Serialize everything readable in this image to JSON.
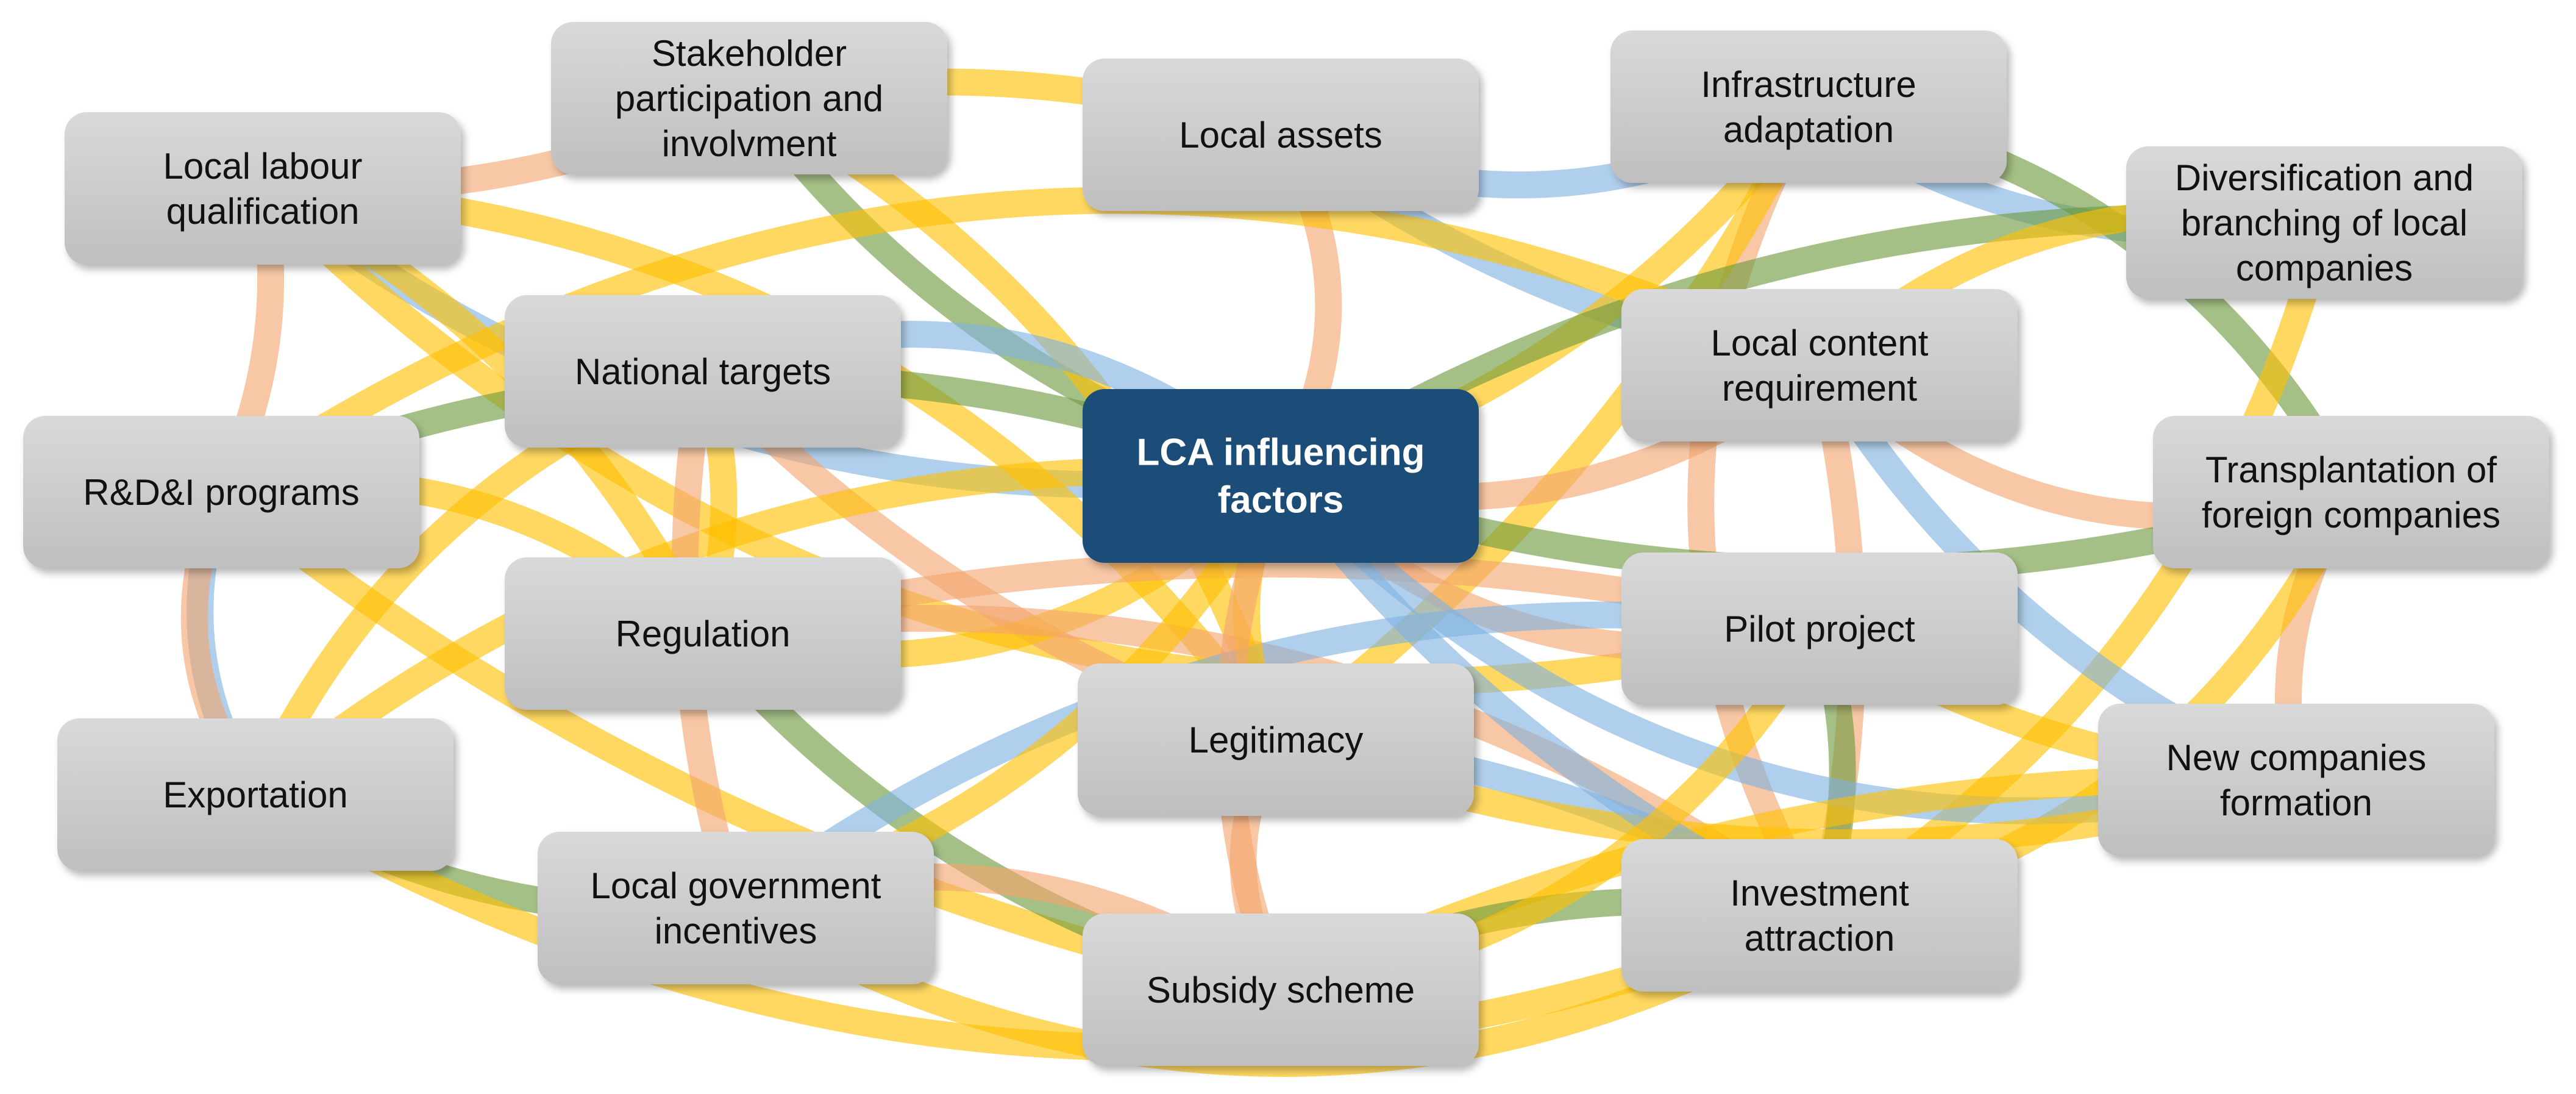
{
  "diagram": {
    "center": {
      "id": "center",
      "lines": [
        "LCA influencing",
        "factors"
      ]
    },
    "nodes": [
      {
        "id": "local-labour",
        "lines": [
          "Local labour",
          "qualification"
        ]
      },
      {
        "id": "stakeholder",
        "lines": [
          "Stakeholder",
          "participation and",
          "involvment"
        ]
      },
      {
        "id": "local-assets",
        "lines": [
          "Local assets"
        ]
      },
      {
        "id": "infrastructure",
        "lines": [
          "Infrastructure",
          "adaptation"
        ]
      },
      {
        "id": "diversification",
        "lines": [
          "Diversification and",
          "branching of local",
          "companies"
        ]
      },
      {
        "id": "national-targets",
        "lines": [
          "National targets"
        ]
      },
      {
        "id": "local-content",
        "lines": [
          "Local content",
          "requirement"
        ]
      },
      {
        "id": "rdi",
        "lines": [
          "R&D&I programs"
        ]
      },
      {
        "id": "transplantation",
        "lines": [
          "Transplantation of",
          "foreign companies"
        ]
      },
      {
        "id": "regulation",
        "lines": [
          "Regulation"
        ]
      },
      {
        "id": "pilot",
        "lines": [
          "Pilot project"
        ]
      },
      {
        "id": "legitimacy",
        "lines": [
          "Legitimacy"
        ]
      },
      {
        "id": "exportation",
        "lines": [
          "Exportation"
        ]
      },
      {
        "id": "new-companies",
        "lines": [
          "New companies",
          "formation"
        ]
      },
      {
        "id": "local-gov",
        "lines": [
          "Local government",
          "incentives"
        ]
      },
      {
        "id": "investment",
        "lines": [
          "Investment",
          "attraction"
        ]
      },
      {
        "id": "subsidy",
        "lines": [
          "Subsidy scheme"
        ]
      }
    ],
    "colors": {
      "node_fill": "#c9c9c9",
      "center_fill": "#1f4e79",
      "link_yellow": "#ffc000",
      "link_orange": "#f4a46e",
      "link_blue": "#7fb2e0",
      "link_green": "#6e9a3e"
    },
    "links": [
      {
        "from": "local-labour",
        "to": "stakeholder",
        "color": "orange"
      },
      {
        "from": "local-labour",
        "to": "rdi",
        "color": "orange"
      },
      {
        "from": "local-labour",
        "to": "center",
        "color": "blue"
      },
      {
        "from": "local-labour",
        "to": "legitimacy",
        "color": "yellow"
      },
      {
        "from": "local-labour",
        "to": "pilot",
        "color": "yellow"
      },
      {
        "from": "stakeholder",
        "to": "local-assets",
        "color": "yellow"
      },
      {
        "from": "stakeholder",
        "to": "center",
        "color": "green"
      },
      {
        "from": "stakeholder",
        "to": "legitimacy",
        "color": "yellow"
      },
      {
        "from": "local-assets",
        "to": "infrastructure",
        "color": "blue"
      },
      {
        "from": "local-assets",
        "to": "center",
        "color": "orange"
      },
      {
        "from": "local-assets",
        "to": "local-content",
        "color": "blue"
      },
      {
        "from": "infrastructure",
        "to": "center",
        "color": "yellow"
      },
      {
        "from": "infrastructure",
        "to": "diversification",
        "color": "blue"
      },
      {
        "from": "infrastructure",
        "to": "transplantation",
        "color": "green"
      },
      {
        "from": "infrastructure",
        "to": "investment",
        "color": "orange"
      },
      {
        "from": "infrastructure",
        "to": "legitimacy",
        "color": "yellow"
      },
      {
        "from": "diversification",
        "to": "center",
        "color": "green"
      },
      {
        "from": "diversification",
        "to": "investment",
        "color": "yellow"
      },
      {
        "from": "diversification",
        "to": "local-content",
        "color": "yellow"
      },
      {
        "from": "national-targets",
        "to": "center",
        "color": "blue"
      },
      {
        "from": "national-targets",
        "to": "legitimacy",
        "color": "orange"
      },
      {
        "from": "national-targets",
        "to": "regulation",
        "color": "yellow"
      },
      {
        "from": "national-targets",
        "to": "exportation",
        "color": "yellow"
      },
      {
        "from": "local-content",
        "to": "center",
        "color": "orange"
      },
      {
        "from": "local-content",
        "to": "transplantation",
        "color": "orange"
      },
      {
        "from": "local-content",
        "to": "investment",
        "color": "orange"
      },
      {
        "from": "local-content",
        "to": "new-companies",
        "color": "blue"
      },
      {
        "from": "rdi",
        "to": "center",
        "color": "green"
      },
      {
        "from": "rdi",
        "to": "exportation",
        "color": "blue"
      },
      {
        "from": "rdi",
        "to": "local-content",
        "color": "yellow"
      },
      {
        "from": "rdi",
        "to": "subsidy",
        "color": "yellow"
      },
      {
        "from": "transplantation",
        "to": "center",
        "color": "green"
      },
      {
        "from": "transplantation",
        "to": "new-companies",
        "color": "orange"
      },
      {
        "from": "transplantation",
        "to": "investment",
        "color": "yellow"
      },
      {
        "from": "regulation",
        "to": "center",
        "color": "yellow"
      },
      {
        "from": "regulation",
        "to": "pilot",
        "color": "orange"
      },
      {
        "from": "regulation",
        "to": "subsidy",
        "color": "green"
      },
      {
        "from": "regulation",
        "to": "investment",
        "color": "orange"
      },
      {
        "from": "regulation",
        "to": "rdi",
        "color": "yellow"
      },
      {
        "from": "pilot",
        "to": "center",
        "color": "orange"
      },
      {
        "from": "pilot",
        "to": "new-companies",
        "color": "yellow"
      },
      {
        "from": "pilot",
        "to": "investment",
        "color": "green"
      },
      {
        "from": "pilot",
        "to": "local-gov",
        "color": "blue"
      },
      {
        "from": "legitimacy",
        "to": "center",
        "color": "yellow"
      },
      {
        "from": "legitimacy",
        "to": "subsidy",
        "color": "orange"
      },
      {
        "from": "legitimacy",
        "to": "investment",
        "color": "blue"
      },
      {
        "from": "exportation",
        "to": "local-gov",
        "color": "green"
      },
      {
        "from": "exportation",
        "to": "center",
        "color": "yellow"
      },
      {
        "from": "exportation",
        "to": "investment",
        "color": "yellow"
      },
      {
        "from": "new-companies",
        "to": "center",
        "color": "blue"
      },
      {
        "from": "new-companies",
        "to": "subsidy",
        "color": "yellow"
      },
      {
        "from": "new-companies",
        "to": "legitimacy",
        "color": "yellow"
      },
      {
        "from": "local-gov",
        "to": "center",
        "color": "yellow"
      },
      {
        "from": "local-gov",
        "to": "subsidy",
        "color": "orange"
      },
      {
        "from": "local-gov",
        "to": "investment",
        "color": "yellow"
      },
      {
        "from": "investment",
        "to": "center",
        "color": "blue"
      },
      {
        "from": "investment",
        "to": "subsidy",
        "color": "green"
      },
      {
        "from": "subsidy",
        "to": "center",
        "color": "orange"
      },
      {
        "from": "subsidy",
        "to": "pilot",
        "color": "yellow"
      },
      {
        "from": "exportation",
        "to": "rdi",
        "color": "orange"
      },
      {
        "from": "national-targets",
        "to": "local-gov",
        "color": "orange"
      },
      {
        "from": "local-labour",
        "to": "regulation",
        "color": "yellow"
      }
    ]
  }
}
